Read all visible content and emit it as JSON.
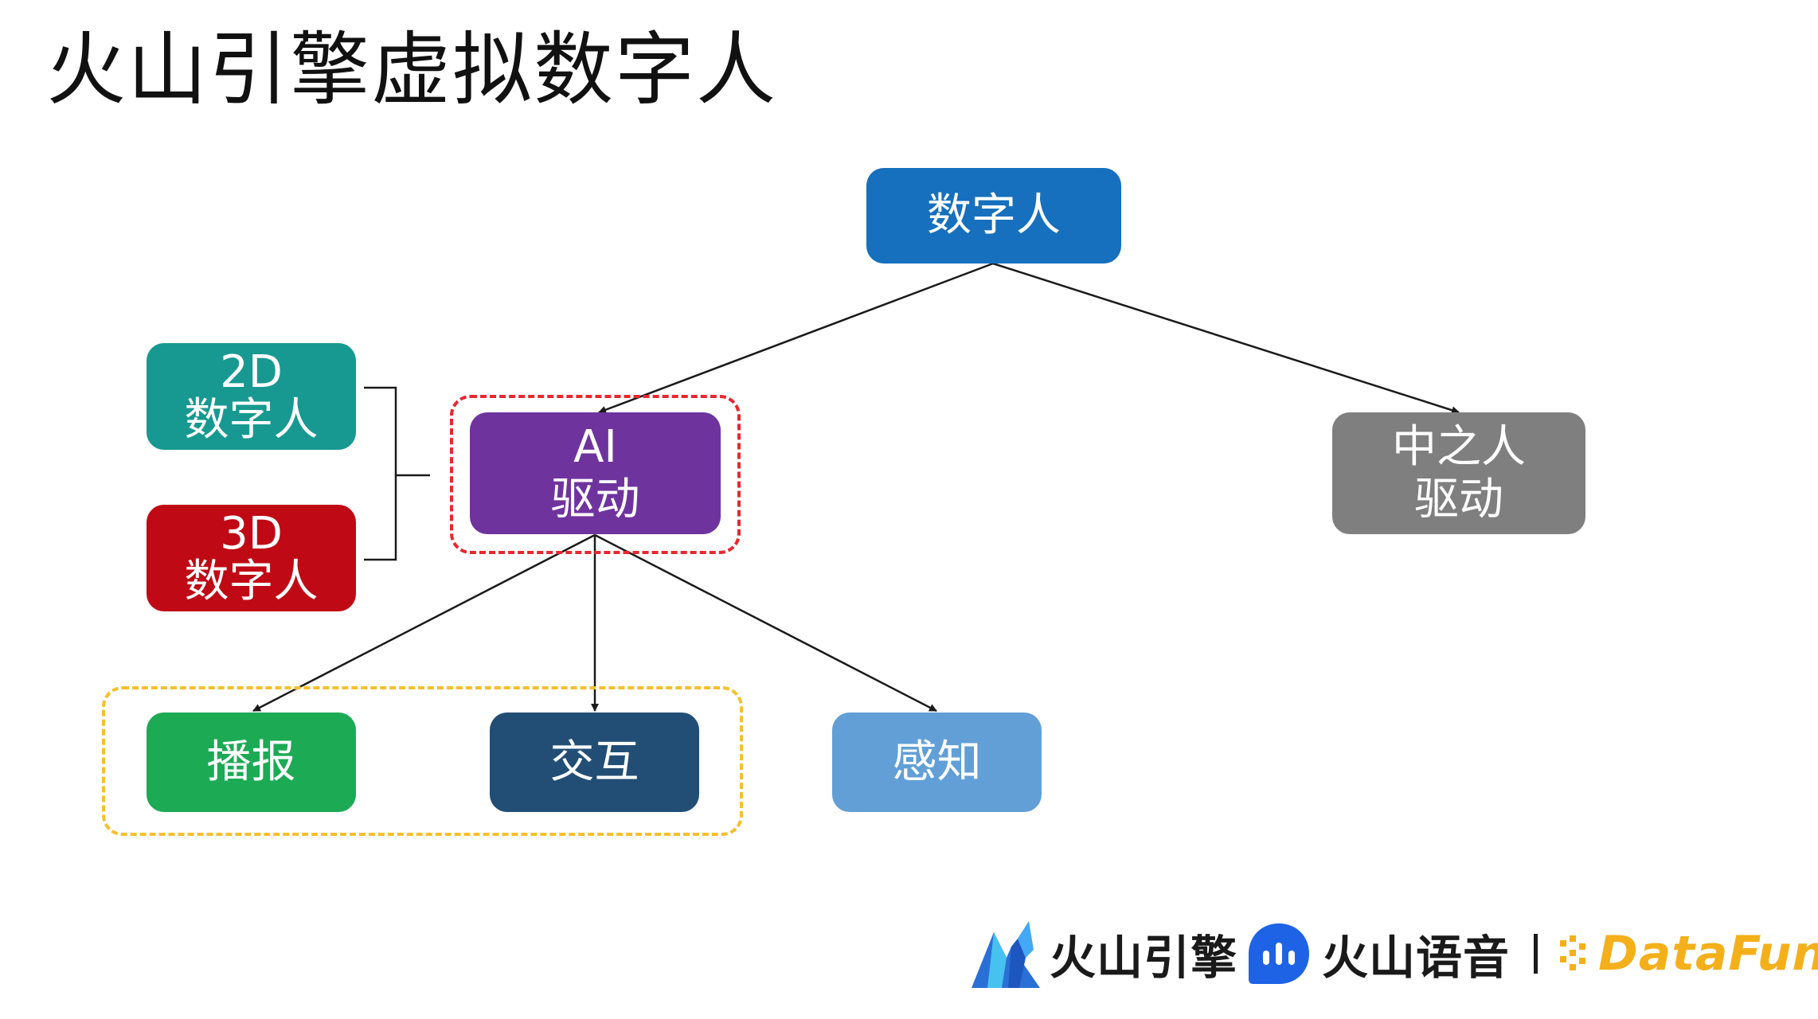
{
  "title": "火山引擎虚拟数字人",
  "nodes": {
    "root": {
      "label": "数字人",
      "color": "#1670bd"
    },
    "ai_drive": {
      "line1": "AI",
      "line2": "驱动",
      "color": "#6f339e"
    },
    "human_drive": {
      "line1": "中之人",
      "line2": "驱动",
      "color": "#7f7f7f"
    },
    "d2": {
      "line1": "2D",
      "line2": "数字人",
      "color": "#179991"
    },
    "d3": {
      "line1": "3D",
      "line2": "数字人",
      "color": "#bf0a15"
    },
    "broadcast": {
      "label": "播报",
      "color": "#1caa55"
    },
    "interaction": {
      "label": "交互",
      "color": "#224e76"
    },
    "perception": {
      "label": "感知",
      "color": "#619fd6"
    }
  },
  "highlight_colors": {
    "ai_group": "#e8272f",
    "ability_group": "#f4c02e"
  },
  "footer": {
    "volcano_engine": "火山引擎",
    "volcano_voice": "火山语音",
    "datafun": "DataFun."
  }
}
